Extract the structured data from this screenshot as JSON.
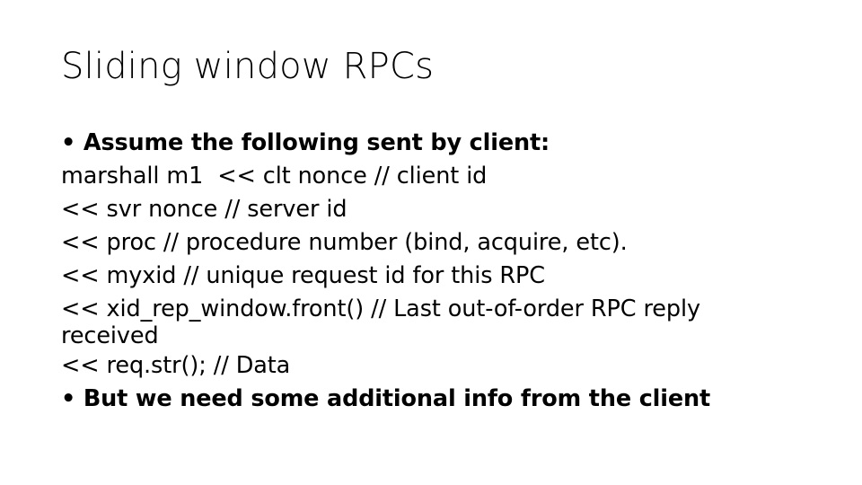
{
  "slide": {
    "title": "Sliding window RPCs",
    "background_color": "#ffffff",
    "text_color": "#000000",
    "bullet_glyph": "•",
    "lines": [
      {
        "id": "line-assume",
        "name": "bullet-assume",
        "text": "• Assume the following sent by client:",
        "style": "bold",
        "is_bullet": true
      },
      {
        "id": "line-marshall",
        "name": "code-line-marshall",
        "text": "marshall m1  << clt nonce // client id",
        "style": "regular",
        "is_bullet": false
      },
      {
        "id": "line-svr-nonce",
        "name": "code-line-svr-nonce",
        "text": "<< svr nonce // server id",
        "style": "regular",
        "is_bullet": false
      },
      {
        "id": "line-proc",
        "name": "code-line-proc",
        "text": "<< proc // procedure number (bind, acquire, etc).",
        "style": "regular",
        "is_bullet": false
      },
      {
        "id": "line-myxid",
        "name": "code-line-myxid",
        "text": "<< myxid // unique request id for this RPC",
        "style": "regular",
        "is_bullet": false
      },
      {
        "id": "line-xid-rep-window",
        "name": "code-line-xid-rep-window",
        "text": "<< xid_rep_window.front() // Last out-of-order RPC reply",
        "style": "regular",
        "is_bullet": false
      },
      {
        "id": "line-received",
        "name": "code-line-xid-rep-window-continuation",
        "text": "received",
        "style": "regular-wrap",
        "is_bullet": false
      },
      {
        "id": "line-req-str",
        "name": "code-line-req-str",
        "text": "<< req.str(); // Data",
        "style": "regular",
        "is_bullet": false
      },
      {
        "id": "line-but-we-need",
        "name": "bullet-but-we-need",
        "text": "• But we need some additional info from the client",
        "style": "bold",
        "is_bullet": true
      }
    ]
  }
}
